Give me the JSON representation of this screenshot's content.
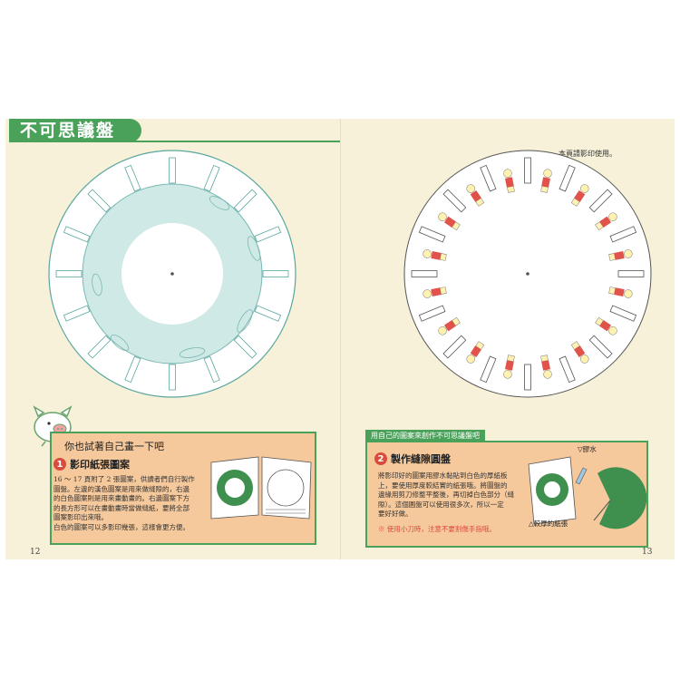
{
  "header": {
    "title": "不可思議盤",
    "note": "本頁請影印使用。"
  },
  "pages": {
    "left": "12",
    "right": "13"
  },
  "left_box": {
    "heading": "你也試著自己畫一下吧",
    "step_number": "1",
    "step_title": "影印紙張圖案",
    "body_lines": [
      "16 ～ 17 頁附了 2 張圖案，供讀者們自行製作",
      "圖盤。左邊的漢色圖案是用來做縫隙的，右邊",
      "的白色圖案則是用來畫動畫的。右邊圖案下方",
      "的長方形可以在畫動畫時當做縫紙，要將全部",
      "圖案影印出來哦。",
      "白色的圖案可以多影印幾張，這樣會更方便。"
    ]
  },
  "right_box": {
    "subtitle": "用自己的圖案來創作不可思議盤吧",
    "step_number": "2",
    "step_title": "製作縫隙圓盤",
    "body_lines": [
      "將影印好的圖案用膠水黏貼到白色的厚紙板",
      "上，要使用厚度較結實的紙張哦。將圖盤的",
      "邊緣用剪刀修整平整後，再切掉白色部分（縫",
      "隙）。這個圓盤可以使用很多次，所以一定",
      "要好好做。"
    ],
    "warning": "※ 使用小刀時，注意不要割傷手指哦。",
    "glue_label": "▽膠水",
    "cardboard_label": "△較厚的紙張"
  },
  "colors": {
    "accent": "#4aa25a",
    "box_fill": "#f6c99c",
    "water": "#cfe9e6",
    "warning": "#d94b3b"
  }
}
